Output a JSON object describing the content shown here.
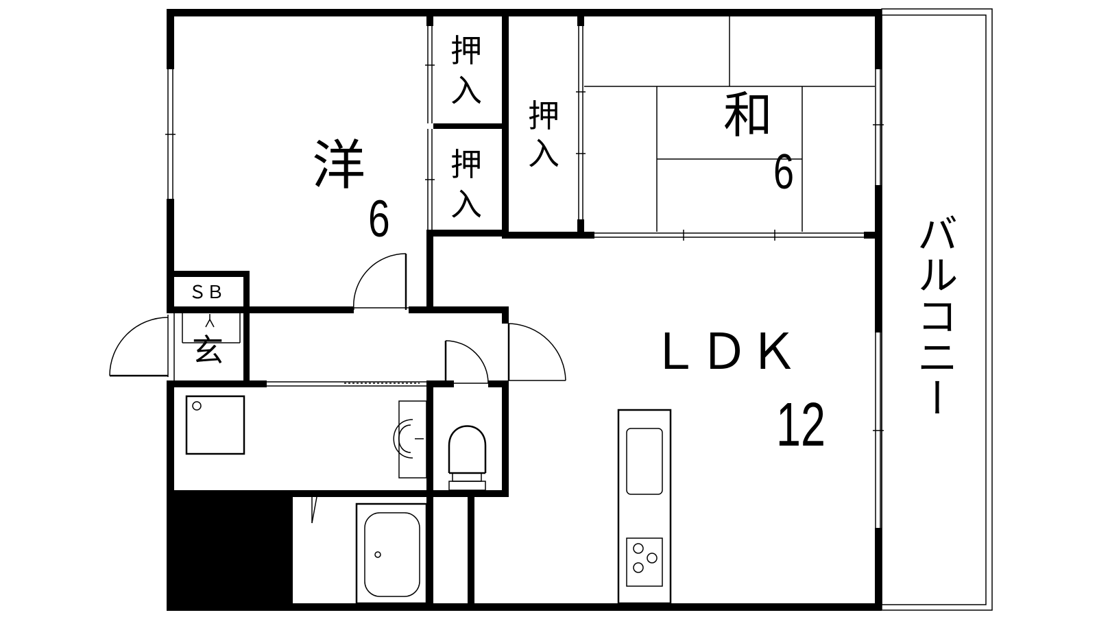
{
  "rooms": {
    "western": {
      "label": "洋",
      "size": "6"
    },
    "japanese": {
      "label": "和",
      "size": "6"
    },
    "ldk": {
      "label": "ＬＤＫ",
      "size": "12"
    },
    "balcony": {
      "label": "バルコニー"
    },
    "entrance": {
      "label": "玄"
    },
    "shoe_box": {
      "label": "ＳＢ"
    },
    "closet_1": {
      "label_top": "押",
      "label_bottom": "入"
    },
    "closet_2": {
      "label_top": "押",
      "label_bottom": "入"
    },
    "closet_3": {
      "label_top": "押",
      "label_bottom": "入"
    }
  },
  "colors": {
    "wall": "#000000",
    "background": "#ffffff"
  }
}
